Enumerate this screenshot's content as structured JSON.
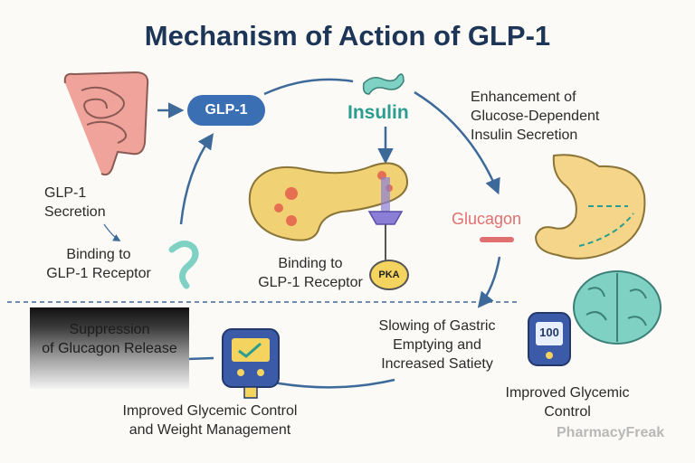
{
  "title": "Mechanism of Action of GLP-1",
  "glp1_pill": "GLP-1",
  "insulin_label": "Insulin",
  "glucagon_label": "Glucagon",
  "pka_label": "PKA",
  "steps": {
    "secretion": [
      "GLP-1",
      "Secretion"
    ],
    "binding_left": [
      "Binding to",
      "GLP-1 Receptor"
    ],
    "binding_center": [
      "Binding to",
      "GLP-1 Receptor"
    ],
    "enhancement": [
      "Enhancement of",
      "Glucose-Dependent",
      "Insulin Secretion"
    ],
    "gastric": [
      "Slowing of Gastric",
      "Emptying and",
      "Increased Satiety"
    ],
    "suppression": [
      "Suppression",
      "of Glucagon Release"
    ],
    "improved_right": [
      "Improved Glycemic",
      "Control"
    ],
    "improved_bottom": [
      "Improved Glycemic Control",
      "and Weight Management"
    ]
  },
  "meter_reading": "100",
  "watermark": "PharmacyFreak",
  "colors": {
    "arrow": "#3e6a9a",
    "title": "#1d3557",
    "pill": "#3b6fb3",
    "insulin": "#2a9d8f",
    "glucagon": "#e07070",
    "pancreas": "#f0d173",
    "intestine": "#f0a39a",
    "stomach": "#f4d58a",
    "brain": "#7fd1c4",
    "meter": "#3b5ba9"
  }
}
